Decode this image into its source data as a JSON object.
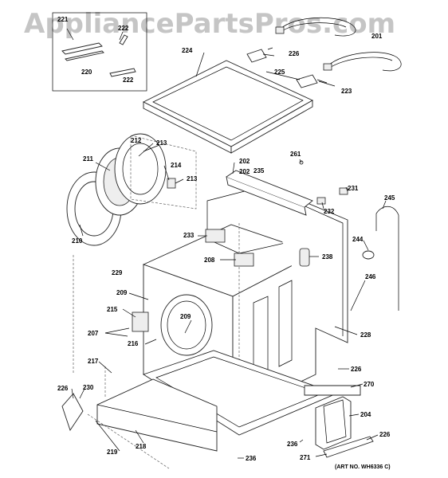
{
  "watermark": "AppliancePartsPros.com",
  "art_number": "(ART NO. WH6336 C)",
  "callouts": {
    "c221": "221",
    "c222a": "222",
    "c220": "220",
    "c222b": "222",
    "c224": "224",
    "c226a": "226",
    "c225": "225",
    "c223": "223",
    "c201": "201",
    "c202a": "202",
    "c212": "212",
    "c213a": "213",
    "c211": "211",
    "c214": "214",
    "c213b": "213",
    "c210": "210",
    "c202b": "202",
    "c235": "235",
    "c261": "261",
    "c231": "231",
    "c232": "232",
    "c245": "245",
    "c233": "233",
    "c208": "208",
    "c238": "238",
    "c244": "244",
    "c246": "246",
    "c229": "229",
    "c209a": "209",
    "c215": "215",
    "c207": "207",
    "c209b": "209",
    "c216": "216",
    "c228": "228",
    "c217": "217",
    "c226b": "226",
    "c230": "230",
    "c226c": "226",
    "c270": "270",
    "c204": "204",
    "c218": "218",
    "c219": "219",
    "c236a": "236",
    "c236b": "236",
    "c226d": "226",
    "c271": "271"
  }
}
